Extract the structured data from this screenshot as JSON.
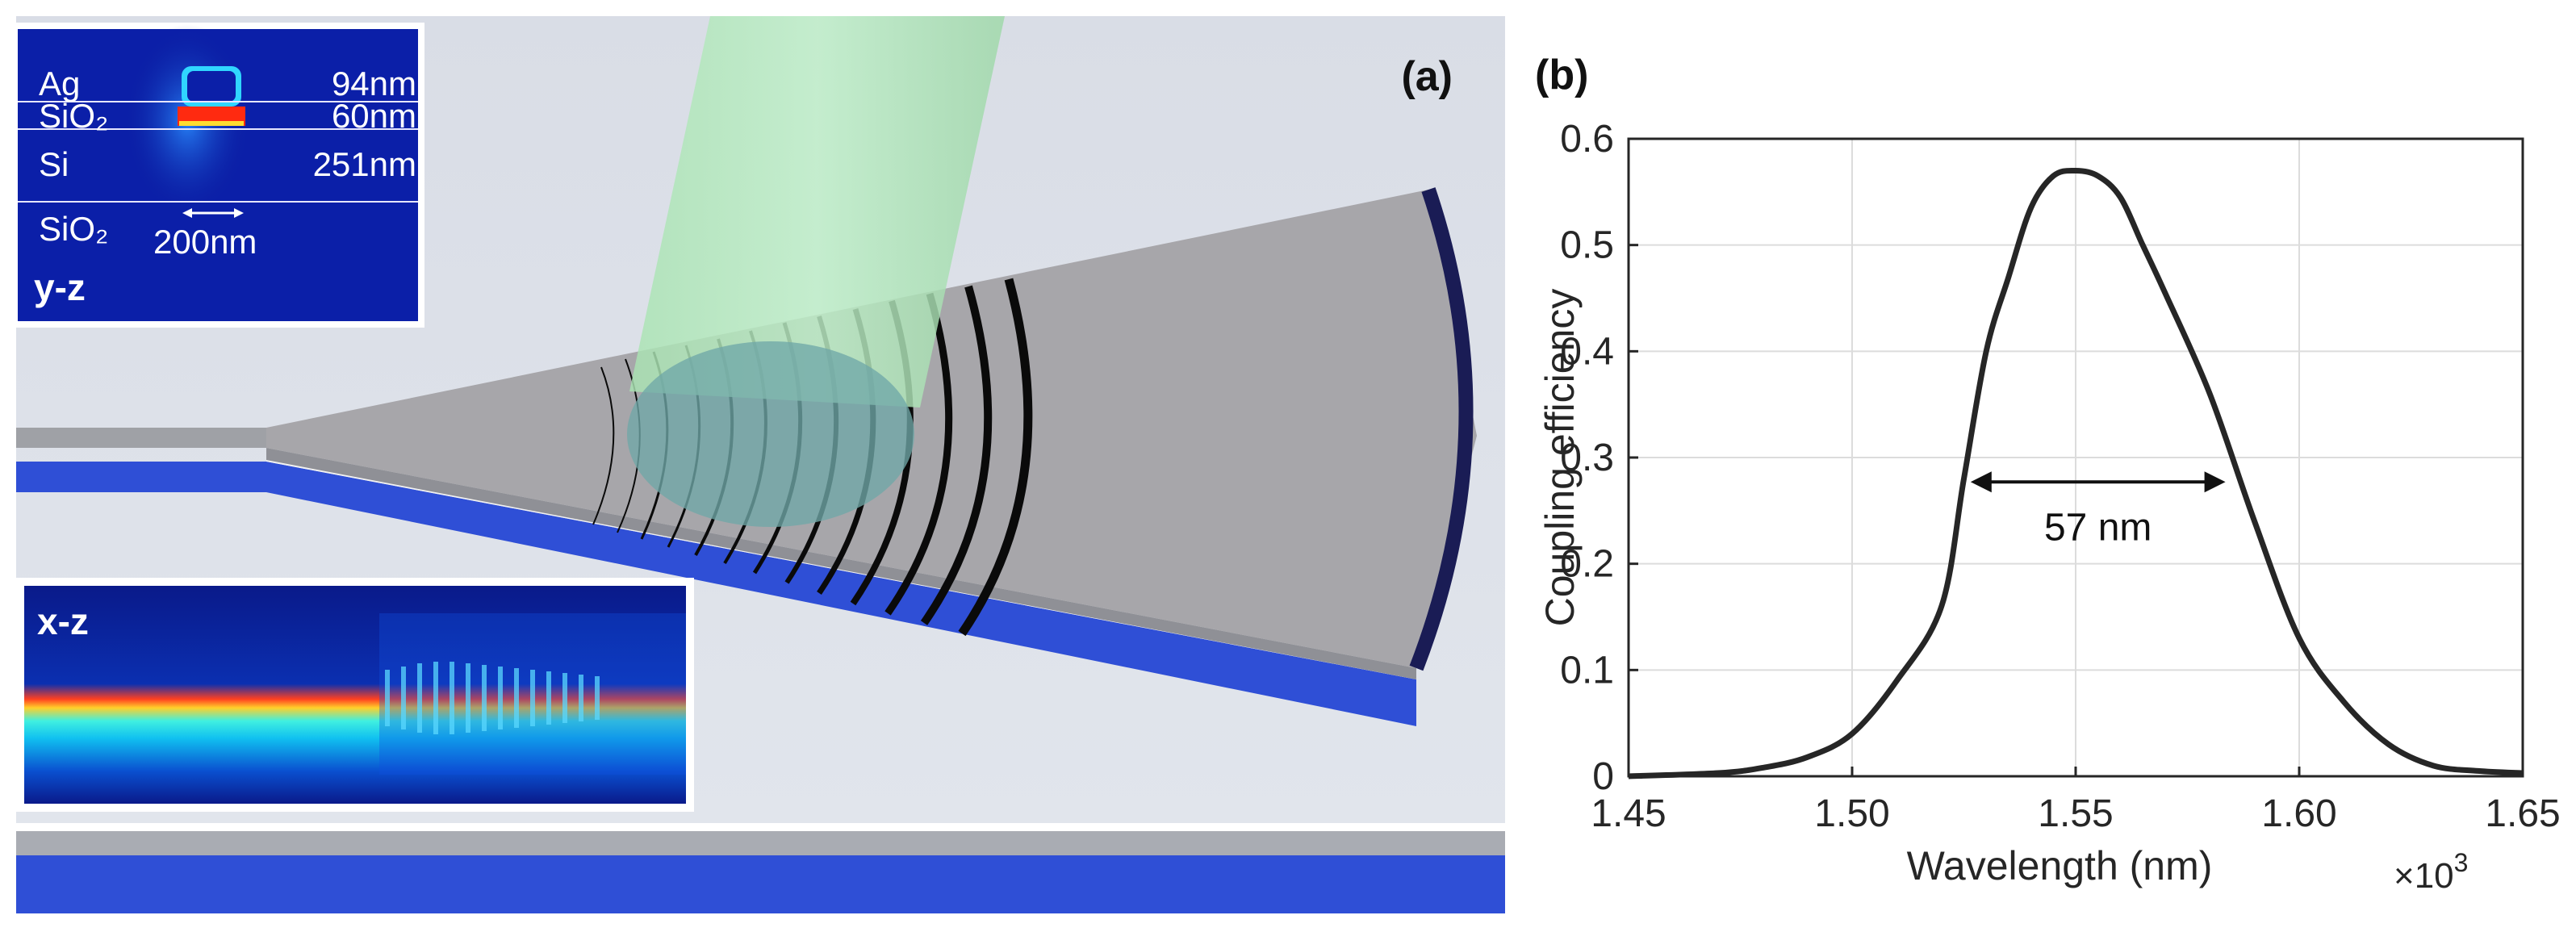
{
  "panel_a": {
    "label": "(a)",
    "inset_yz": {
      "title": "y-z",
      "layers": [
        {
          "material": "Ag",
          "thickness": "94nm"
        },
        {
          "material": "SiO₂",
          "thickness": "60nm"
        },
        {
          "material": "Si",
          "thickness": "251nm"
        },
        {
          "material": "SiO₂",
          "thickness": ""
        }
      ],
      "width_annotation": "200nm"
    },
    "inset_xz": {
      "title": "x-z"
    }
  },
  "panel_b": {
    "label": "(b)"
  },
  "chart_data": {
    "type": "line",
    "xlabel": "Wavelength (nm)",
    "ylabel": "Coupling efficiency",
    "x_multiplier": "×10",
    "x_multiplier_exp": "3",
    "xlim": [
      1.45,
      1.65
    ],
    "ylim": [
      0,
      0.6
    ],
    "x_ticks": [
      1.45,
      1.5,
      1.55,
      1.6,
      1.65
    ],
    "x_tick_labels": [
      "1.45",
      "1.50",
      "1.55",
      "1.60",
      "1.65"
    ],
    "y_ticks": [
      0,
      0.1,
      0.2,
      0.3,
      0.4,
      0.5,
      0.6
    ],
    "y_tick_labels": [
      "0",
      "0.1",
      "0.2",
      "0.3",
      "0.4",
      "0.5",
      "0.6"
    ],
    "grid": true,
    "series": [
      {
        "color": "#262626",
        "x": [
          1.45,
          1.47,
          1.48,
          1.49,
          1.5,
          1.51,
          1.52,
          1.525,
          1.53,
          1.535,
          1.54,
          1.545,
          1.55,
          1.555,
          1.56,
          1.565,
          1.57,
          1.58,
          1.59,
          1.6,
          1.61,
          1.62,
          1.63,
          1.64,
          1.65
        ],
        "y": [
          0,
          0.003,
          0.008,
          0.018,
          0.04,
          0.09,
          0.16,
          0.28,
          0.4,
          0.47,
          0.535,
          0.565,
          0.57,
          0.565,
          0.545,
          0.5,
          0.455,
          0.36,
          0.24,
          0.13,
          0.07,
          0.03,
          0.01,
          0.005,
          0.003
        ]
      }
    ],
    "annotation": {
      "text": "57 nm",
      "x_start": 1.5265,
      "x_end": 1.5835,
      "y": 0.277
    }
  }
}
